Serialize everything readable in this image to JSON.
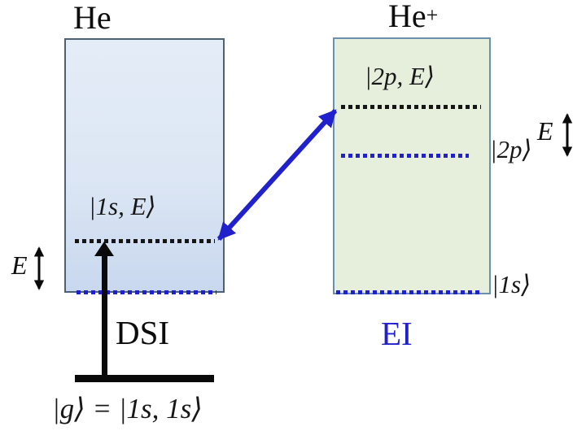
{
  "colors": {
    "accent-blue": "#2121cc",
    "level-black": "#151515",
    "left-box-top": "#e4ecf7",
    "left-box-mid": "#dce6f4",
    "left-box-bottom": "#c9d8ef",
    "left-box-border": "#4c6173",
    "right-box-fill": "#e6efdc",
    "right-box-border": "#6b8fae"
  },
  "left_panel": {
    "title": "He",
    "levels": [
      {
        "name": "continuum-1sE",
        "label": "|1s, E⟩",
        "line_style": "black-dotted"
      },
      {
        "name": "ionization-threshold",
        "label": "",
        "line_style": "blue-dotted"
      }
    ],
    "energy_span_label": "E",
    "transition_label": "DSI",
    "ground_label": "|g⟩ = |1s, 1s⟩"
  },
  "right_panel": {
    "title_base": "He",
    "title_sup": "+",
    "levels": [
      {
        "name": "continuum-2pE",
        "label": "|2p, E⟩",
        "line_style": "black-dotted"
      },
      {
        "name": "excited-2p",
        "label": "|2p⟩",
        "line_style": "blue-dotted"
      },
      {
        "name": "ground-1s",
        "label": "|1s⟩",
        "line_style": "blue-dotted"
      }
    ],
    "energy_span_label": "E",
    "transition_label": "EI"
  }
}
